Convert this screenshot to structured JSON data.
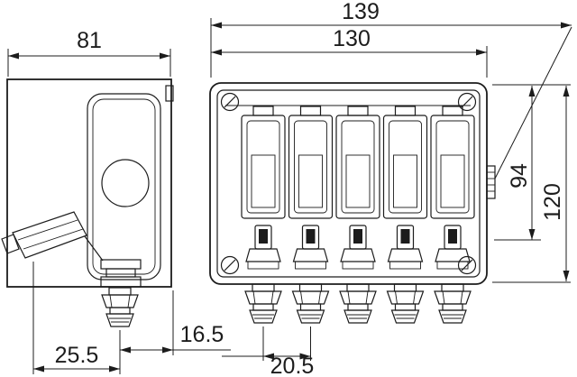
{
  "colors": {
    "line": "#1c1c1c",
    "background": "#ffffff"
  },
  "dims": {
    "side_width": "81",
    "overall_width": "139",
    "body_width": "130",
    "inner_height": "94",
    "overall_height": "120",
    "gland_to_front": "16.5",
    "gland_side_offset": "25.5",
    "gland_pitch": "20.5"
  }
}
